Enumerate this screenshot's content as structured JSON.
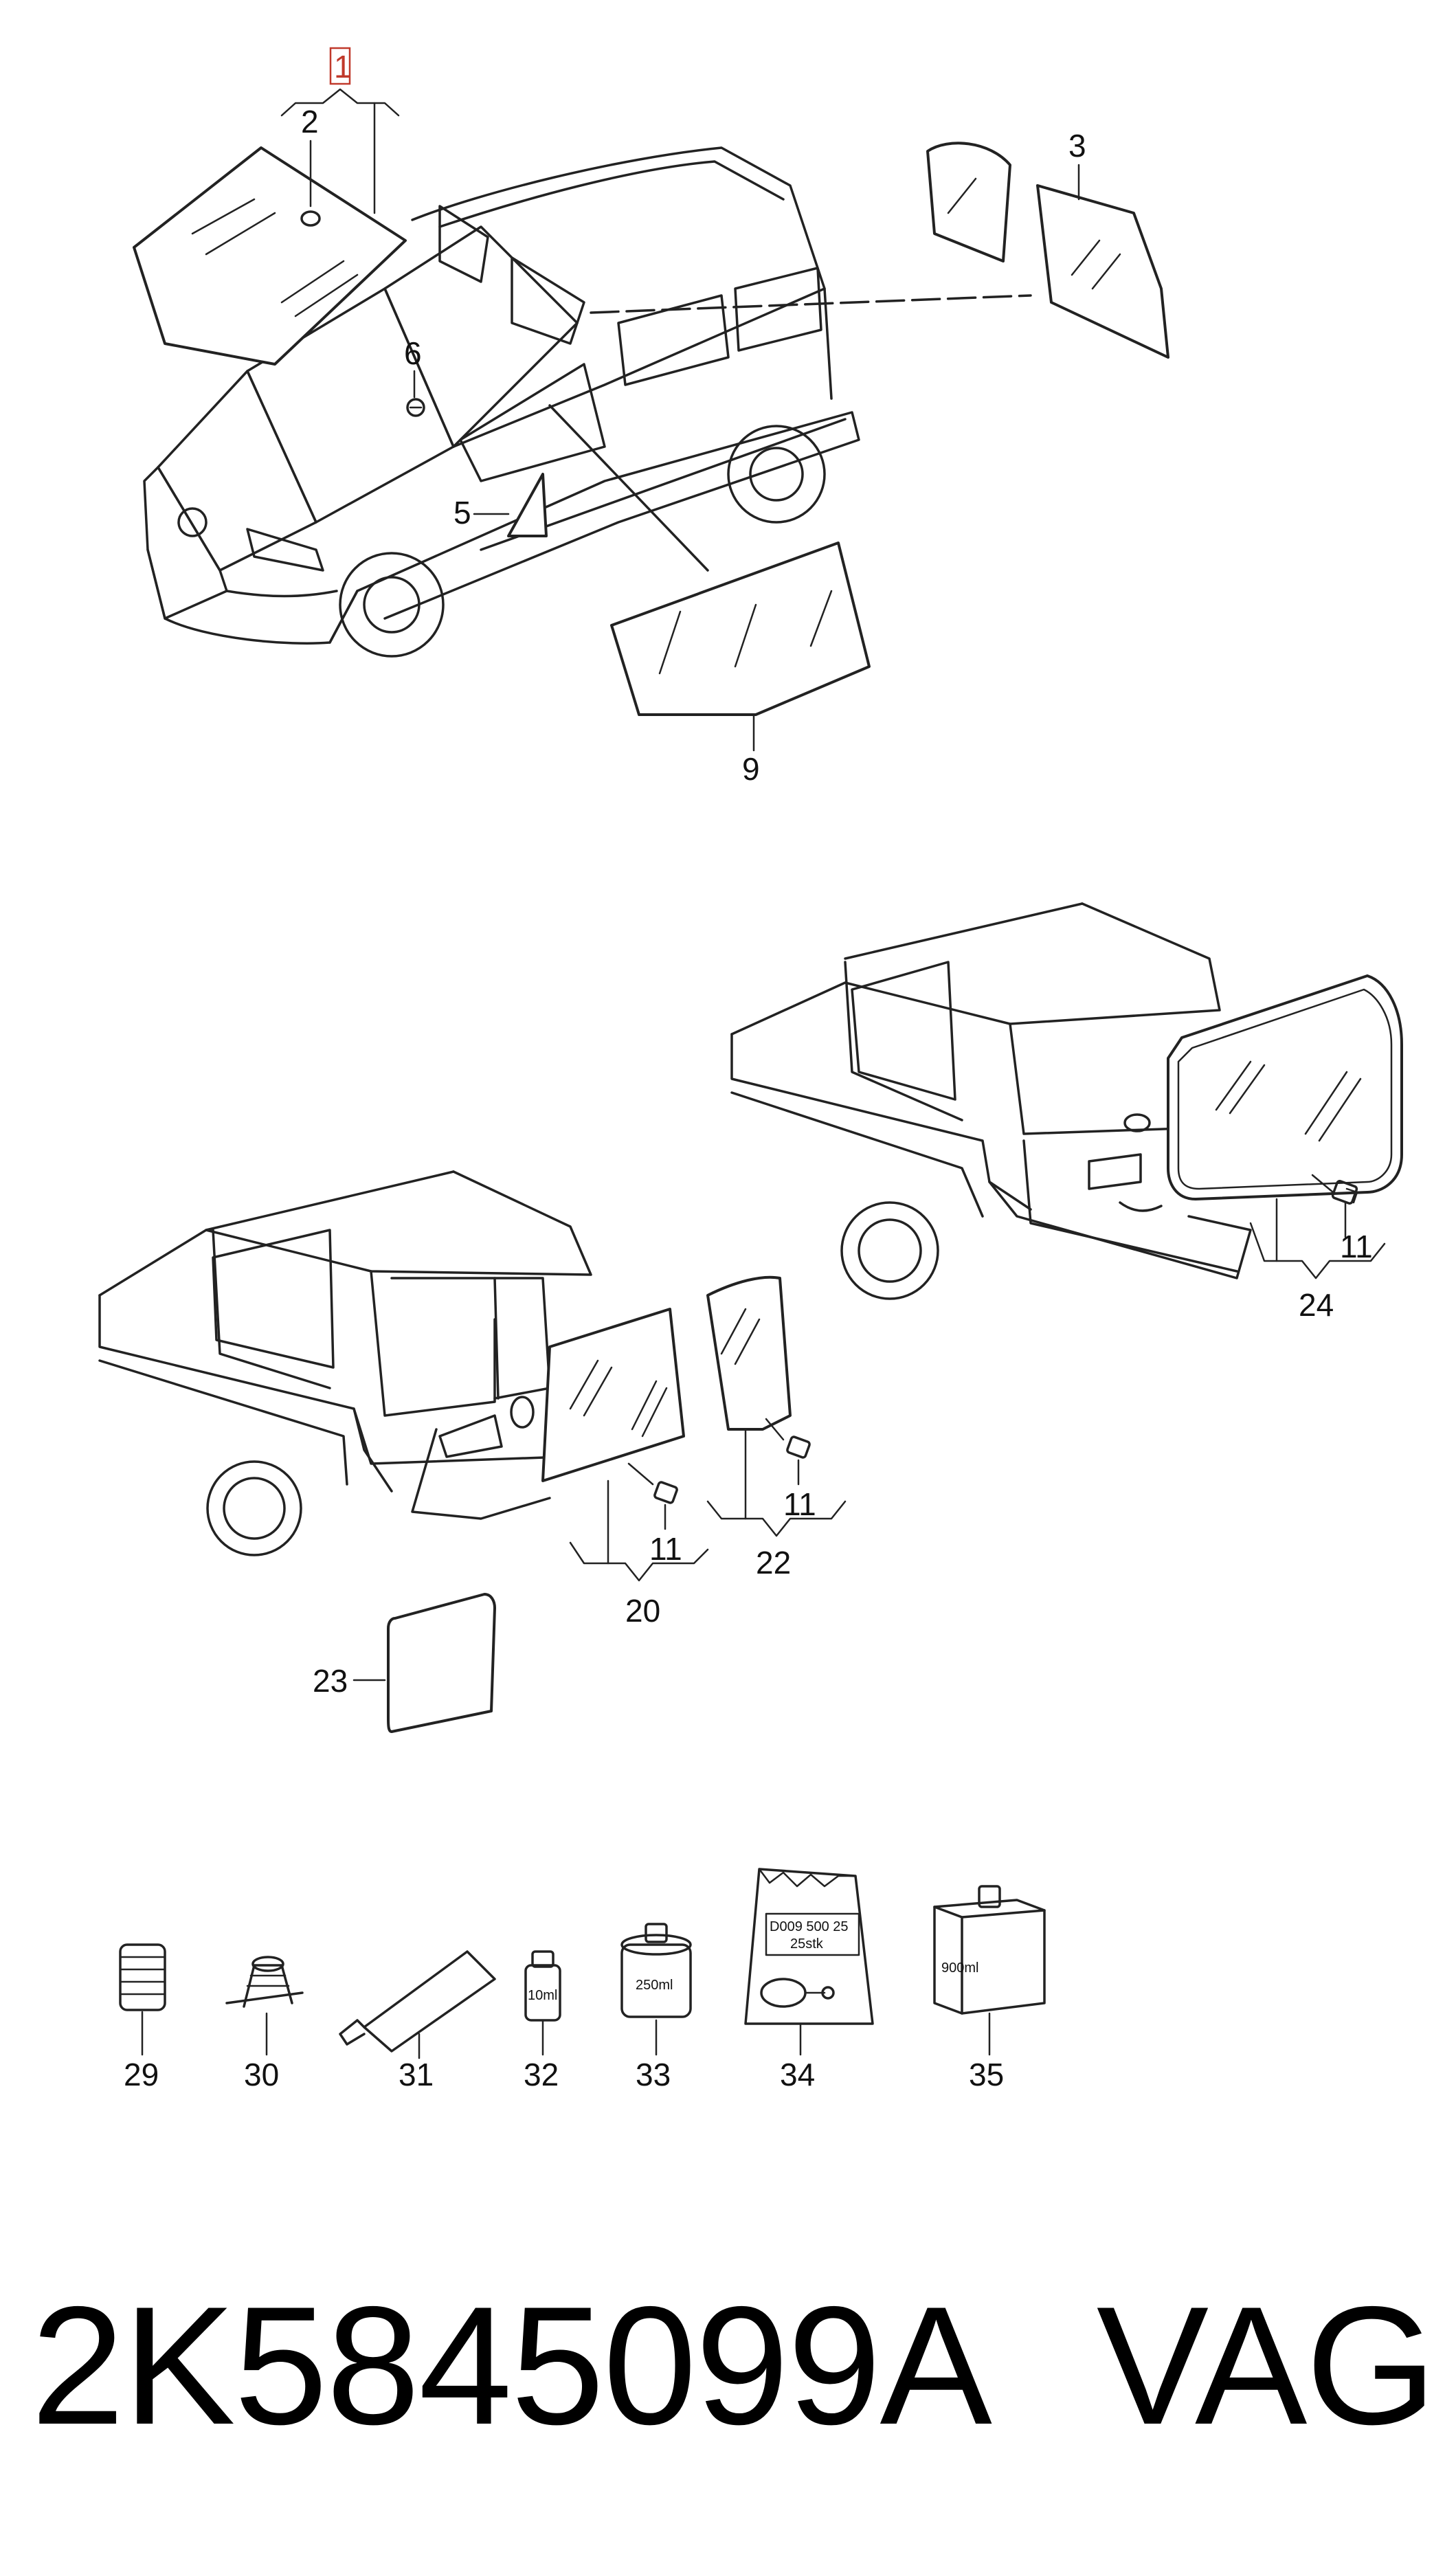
{
  "callouts": {
    "c1": "1",
    "c2": "2",
    "c3": "3",
    "c5": "5",
    "c6": "6",
    "c9": "9",
    "c11a": "11",
    "c11b": "11",
    "c11c": "11",
    "c20": "20",
    "c22": "22",
    "c23": "23",
    "c24": "24",
    "c29": "29",
    "c30": "30",
    "c31": "31",
    "c32": "32",
    "c33": "33",
    "c34": "34",
    "c35": "35"
  },
  "product_labels": {
    "bottle_10ml": "10ml",
    "can_250ml": "250ml",
    "bag_code": "D009 500 25",
    "bag_qty": "25stk",
    "box_900ml": "900ml"
  },
  "footer": {
    "part_number": "2K5845099A",
    "brand": "VAG"
  },
  "colors": {
    "line": "#222222",
    "highlight_box": "#c0392b"
  }
}
